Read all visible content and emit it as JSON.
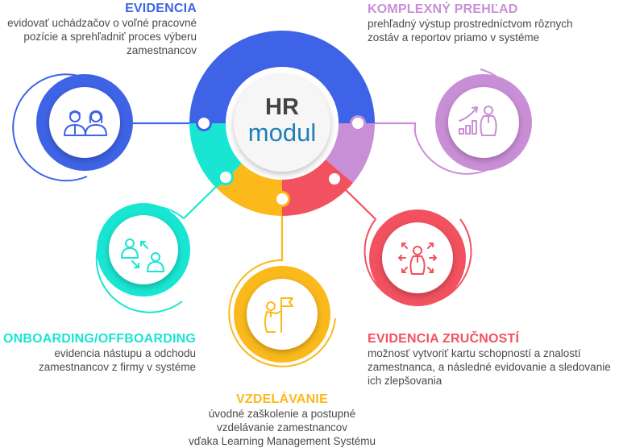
{
  "hub": {
    "line1": "HR",
    "line2": "modul",
    "line1_color": "#444444",
    "line2_color": "#1f7fb8"
  },
  "colors": {
    "blue": "#3f63e6",
    "teal": "#19e6d2",
    "yellow": "#fbb91c",
    "red": "#f2515f",
    "purple": "#c98fd6",
    "text": "#4a4a4a"
  },
  "modules": [
    {
      "id": "evidencia",
      "title": "EVIDENCIA",
      "description": [
        "evidovať uchádzačov o voľné pracovné",
        "pozície a sprehľadniť proces výberu",
        "zamestnancov"
      ],
      "icon": "two-people-icon",
      "color": "#3f63e6"
    },
    {
      "id": "komplexny-prehlad",
      "title": "KOMPLEXNÝ PREHĽAD",
      "description": [
        "prehľadný výstup prostredníctvom rôznych",
        "zostáv a reportov priamo v systéme"
      ],
      "icon": "growth-chart-person-icon",
      "color": "#c98fd6"
    },
    {
      "id": "onboarding",
      "title": "ONBOARDING/OFFBOARDING",
      "description": [
        "evidencia nástupu a odchodu",
        "zamestnancov z firmy v systéme"
      ],
      "icon": "people-exchange-icon",
      "color": "#19e6d2"
    },
    {
      "id": "vzdelavanie",
      "title": "VZDELÁVANIE",
      "description": [
        "úvodné zaškolenie a postupné",
        "vzdelávanie zamestnancov",
        "vďaka Learning Management Systému"
      ],
      "icon": "person-flag-icon",
      "color": "#fbb91c"
    },
    {
      "id": "evidencia-zrucnosti",
      "title": "EVIDENCIA ZRUČNOSTÍ",
      "description": [
        "možnosť vytvoriť kartu schopností a znalostí",
        "zamestnanca, a následné evidovanie a sledovanie",
        "ich zlepšovania"
      ],
      "icon": "person-skills-arrows-icon",
      "color": "#f2515f"
    }
  ]
}
